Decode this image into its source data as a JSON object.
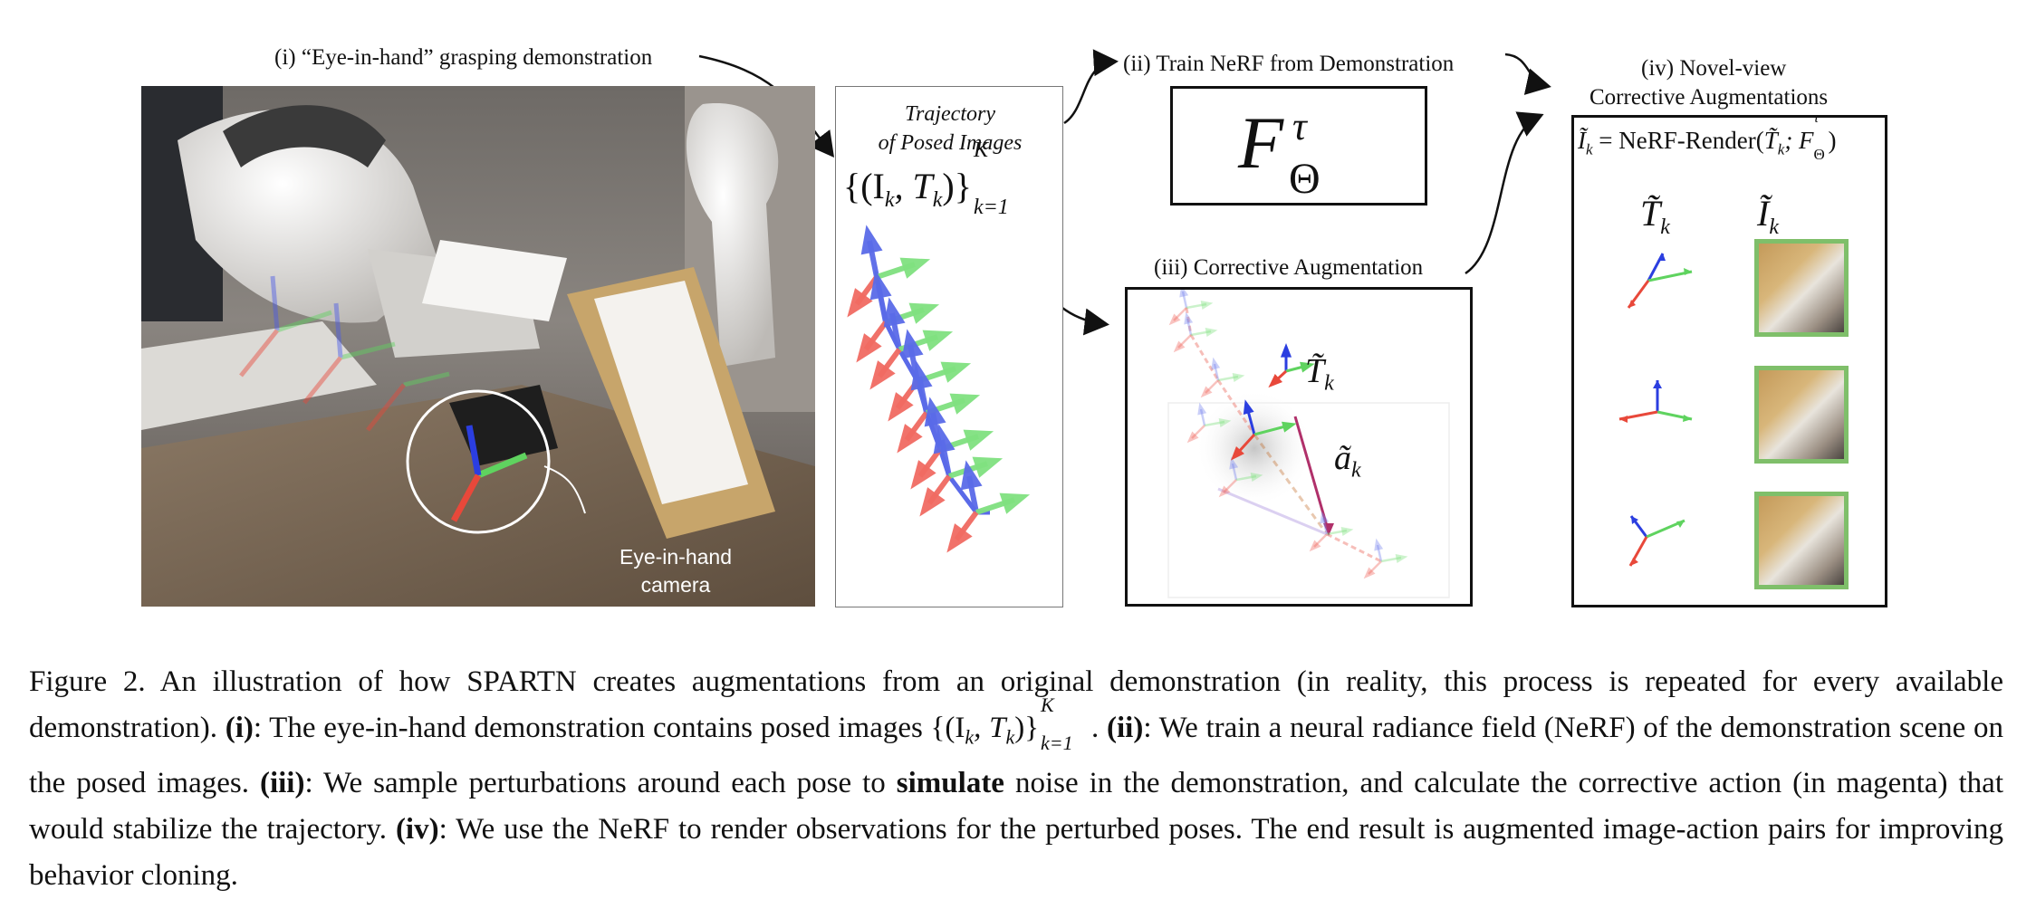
{
  "labels": {
    "step1": "(i) “Eye-in-hand” grasping demonstration",
    "step2": "(ii) Train NeRF from Demonstration",
    "step3": "(iii) Corrective Augmentation",
    "step4_line1": "(iv) Novel-view",
    "step4_line2": "Corrective Augmentations",
    "eye_in_hand_line1": "Eye-in-hand",
    "eye_in_hand_line2": "camera",
    "trajectory_line1": "Trajectory",
    "trajectory_line2": "of Posed Images"
  },
  "math": {
    "traj_set": "{(I",
    "traj_set_k": "k",
    "traj_set_T": ", T",
    "traj_set_close": ")}",
    "traj_K": "K",
    "traj_k1": "k=1",
    "nerf_F": "F",
    "nerf_tau": "τ",
    "nerf_theta": "Θ",
    "render_eq_lhs": "Ĩ",
    "render_eq_mid": " = NeRF-Render(",
    "render_eq_T": "T̃",
    "render_eq_sep": "; F",
    "render_eq_end": ")",
    "col_T": "T̃",
    "col_I": "Ĩ",
    "sub_k": "k",
    "aug_T": "T̃",
    "aug_a": "ã"
  },
  "caption": {
    "prefix": "Figure 2.  An illustration of how SPARTN creates augmentations from an original demonstration (in reality, this process is repeated for every available demonstration). ",
    "i_label": "(i)",
    "i_text": ": The eye-in-hand demonstration contains posed images {(I",
    "i_text2": ", T",
    "i_text3": ")}",
    "ii_label": "(ii)",
    "ii_text": ": We train a neural radiance field (NeRF) of the demonstration scene on the posed images.  ",
    "iii_label": "(iii)",
    "iii_text": ": We sample perturbations around each pose to ",
    "simulate": "simulate",
    "iii_text2": " noise in the demonstration, and calculate the corrective action (in magenta) that would stabilize the trajectory.  ",
    "iv_label": "(iv)",
    "iv_text": ": We use the NeRF to render observations for the perturbed poses. The end result is augmented image-action pairs for improving behavior cloning."
  },
  "colors": {
    "red": "#e8483a",
    "green": "#5fd35f",
    "blue": "#2b3ee0",
    "magenta": "#b0306a",
    "thumb_border": "#7fbf6a"
  }
}
